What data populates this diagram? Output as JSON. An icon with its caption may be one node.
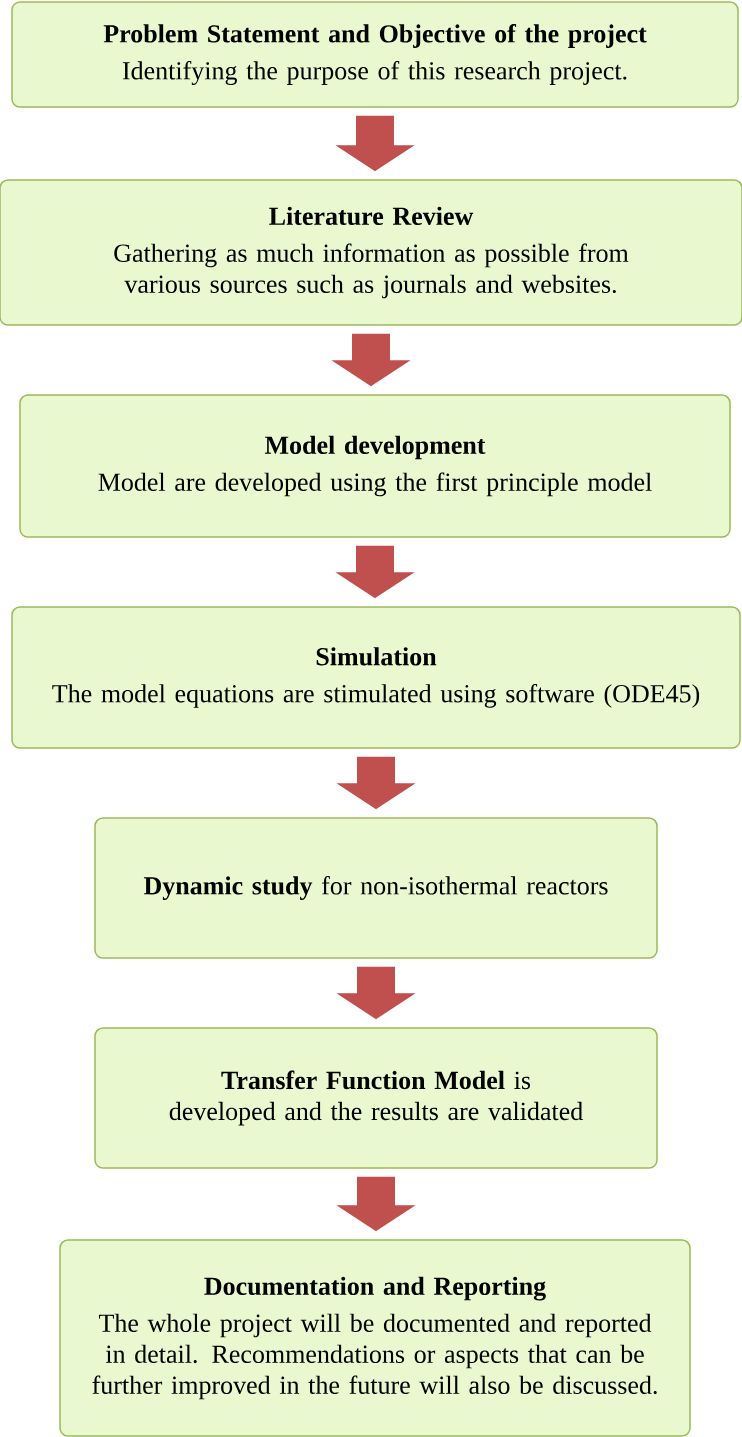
{
  "diagram": {
    "nodes": [
      {
        "text": [
          "Problem Statement and Objective of the project",
          "Identifying the purpose of this research project."
        ]
      },
      {
        "text": [
          "Literature Review",
          "Gathering as much information as possible from various sources such as journals and websites."
        ]
      },
      {
        "text": [
          "Model development",
          "Model are developed using the first principle model"
        ]
      },
      {
        "text": [
          "Simulation",
          "The model equations are stimulated using software (ODE45)"
        ]
      },
      {
        "text": [
          "**Dynamic study** for non-isothermal reactors"
        ]
      },
      {
        "text": [
          "**Transfer Function Model** is developed and the results are validated"
        ]
      },
      {
        "text": [
          "Documentation and Reporting",
          "The whole project will be documented and reported in detail. Recommendations or aspects that can be further improved in the future will also be discussed."
        ]
      }
    ],
    "edges": [
      {
        "from": 0,
        "to": 1,
        "arrow": "to"
      },
      {
        "from": 1,
        "to": 2,
        "arrow": "to"
      },
      {
        "from": 2,
        "to": 3,
        "arrow": "to"
      },
      {
        "from": 3,
        "to": 4,
        "arrow": "to"
      },
      {
        "from": 4,
        "to": 5,
        "arrow": "to"
      },
      {
        "from": 5,
        "to": 6,
        "arrow": "to"
      }
    ]
  }
}
